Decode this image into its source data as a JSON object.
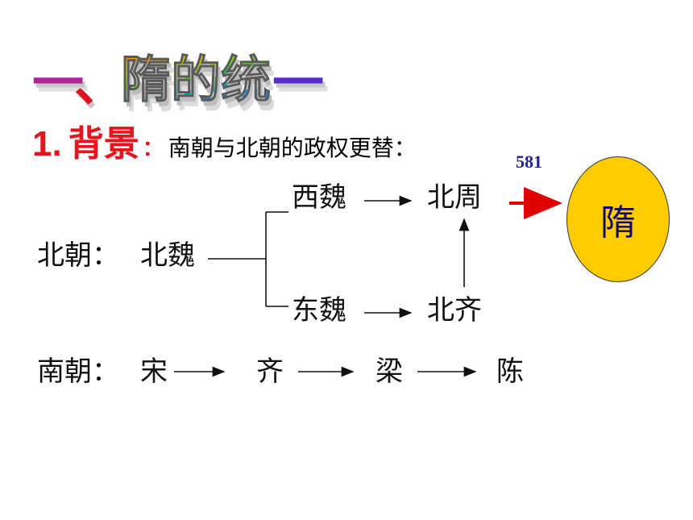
{
  "title": {
    "dash_left": "一",
    "comma": "、",
    "chars": [
      "隋",
      "的",
      "统"
    ],
    "dash_right": "一"
  },
  "heading": {
    "number": "1.",
    "label": "背景",
    "colon": "：",
    "desc": "南朝与北朝的政权更替："
  },
  "year": "581",
  "north": {
    "label": "北朝：",
    "origin": "北魏",
    "west_wei": "西魏",
    "east_wei": "东魏",
    "north_zhou": "北周",
    "north_qi": "北齐"
  },
  "south": {
    "label": "南朝：",
    "dynasties": [
      "宋",
      "齐",
      "梁",
      "陈"
    ]
  },
  "sui": "隋",
  "colors": {
    "heading_red": "#e8141c",
    "year_blue": "#1f1f9a",
    "sui_fill": "#ffcc00",
    "arrow_red": "#e00000"
  }
}
